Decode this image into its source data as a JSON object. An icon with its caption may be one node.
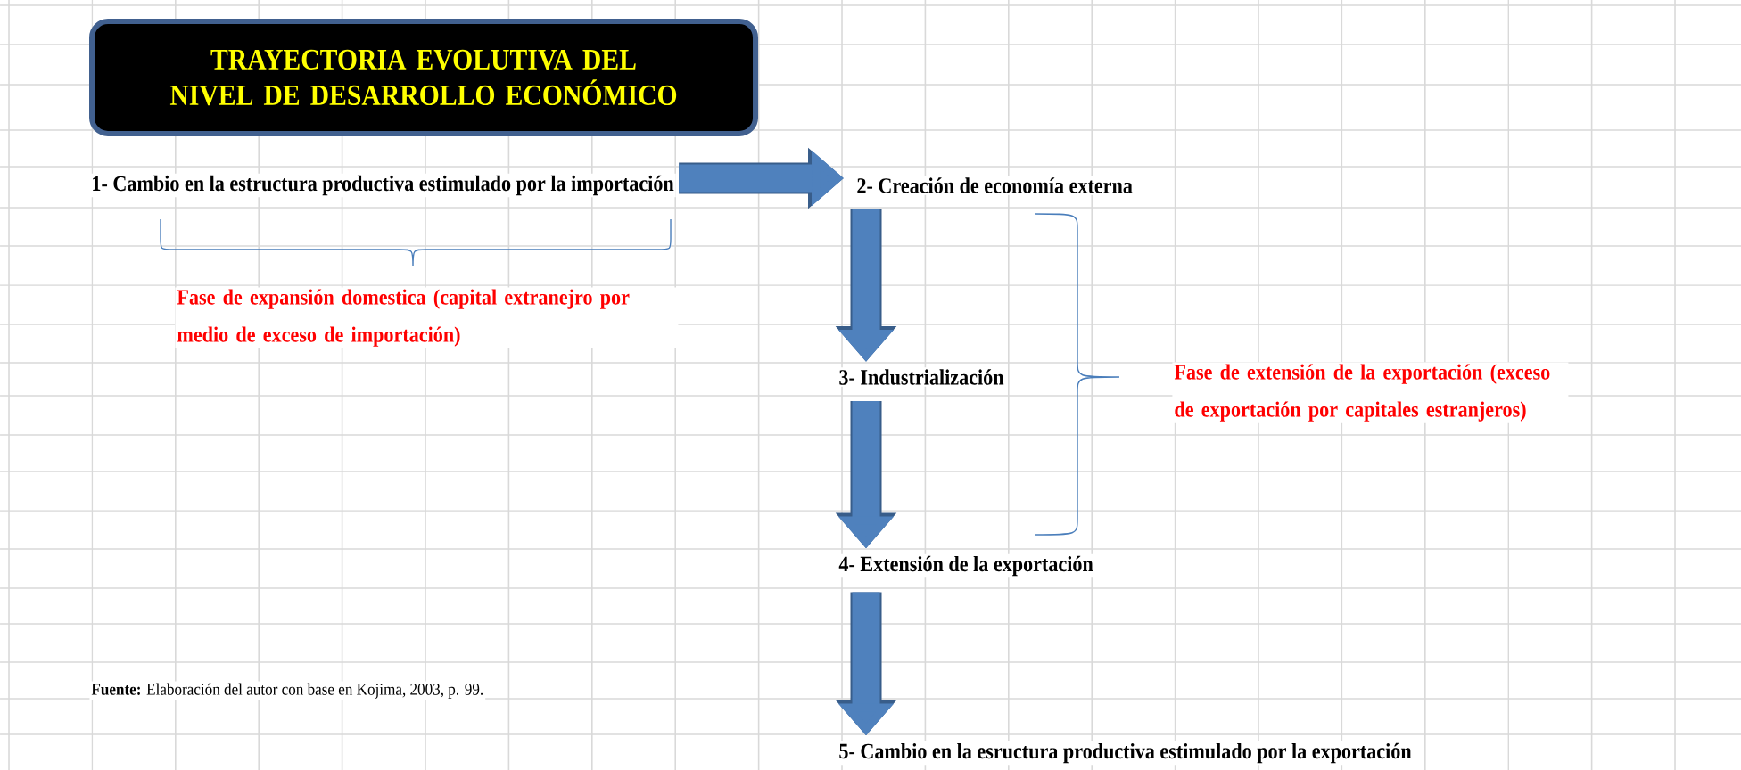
{
  "diagram": {
    "nodes": [
      {
        "text": [
          "TRAYECTORIA EVOLUTIVA DEL NIVEL DE DESARROLLO ECONÓMICO"
        ]
      },
      {
        "text": [
          "1- Cambio en la estructura productiva estimulado por la importación"
        ]
      },
      {
        "text": [
          "2- Creación de economía externa"
        ]
      },
      {
        "text": [
          "3- Industrialización"
        ]
      },
      {
        "text": [
          "4- Extensión de la exportación"
        ]
      },
      {
        "text": [
          "5- Cambio en la esructura productiva estimulado por la exportación"
        ]
      }
    ],
    "edges": [
      {
        "from": 1,
        "to": 2,
        "arrow": "to"
      },
      {
        "from": 2,
        "to": 3,
        "arrow": "to"
      },
      {
        "from": 3,
        "to": 4,
        "arrow": "to"
      },
      {
        "from": 4,
        "to": 5,
        "arrow": "to"
      }
    ],
    "labels": [
      "Fase de expansión domestica (capital extranejro por medio de exceso de importación)",
      "Fase de extensión de la exportación (exceso de exportación por capitales estranjeros)",
      "**Fuente:** Elaboración del autor con base en Kojima, 2003, p. 99."
    ]
  }
}
